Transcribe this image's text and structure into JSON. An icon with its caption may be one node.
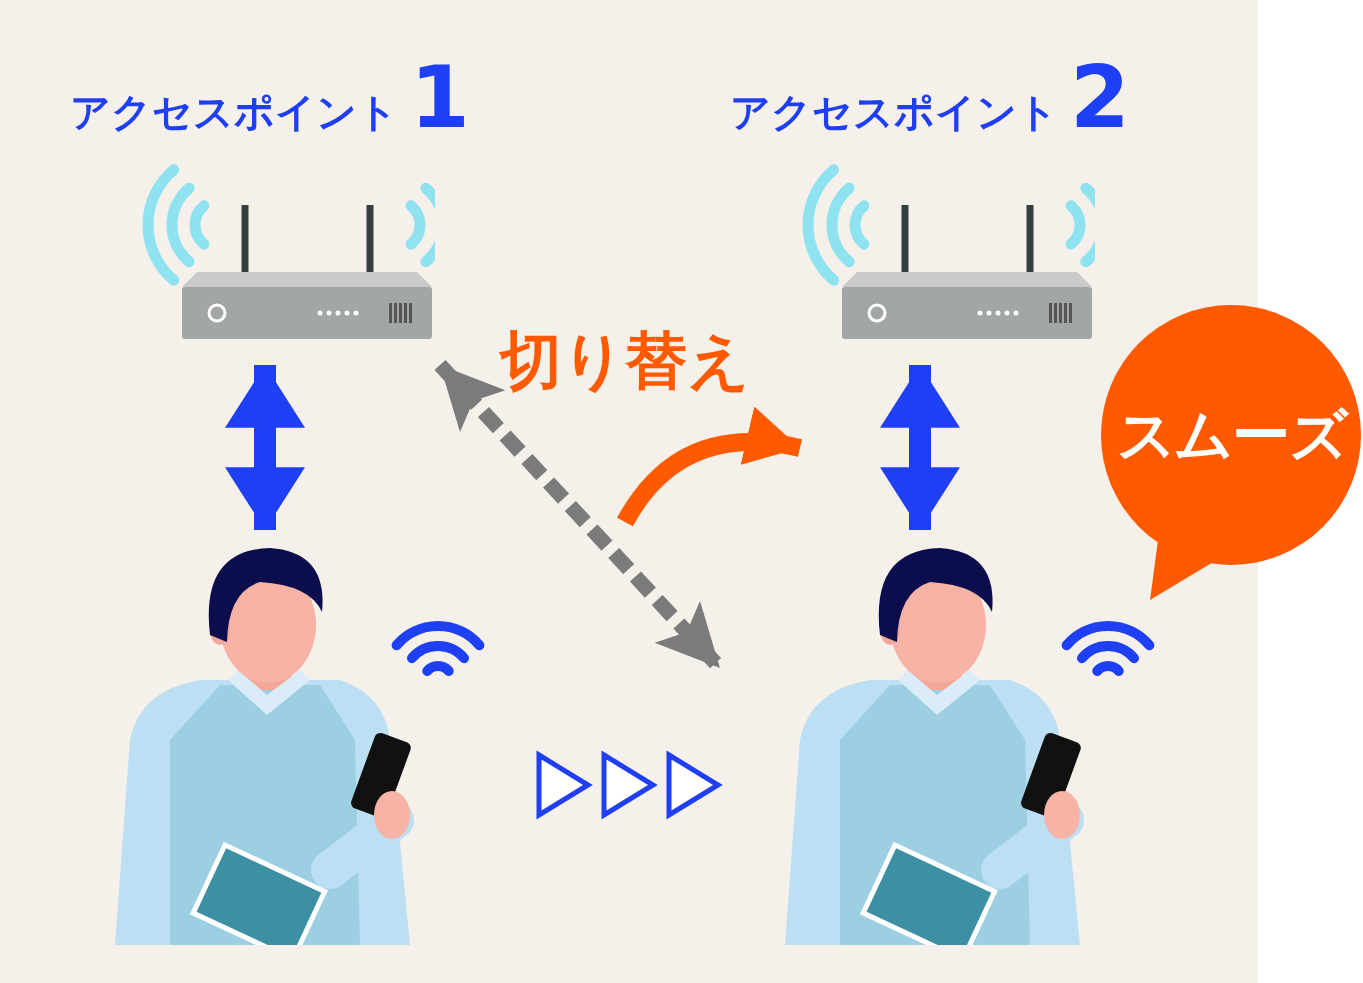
{
  "diagram": {
    "nodes": [
      {
        "text": [
          "アクセスポイント",
          "1"
        ]
      },
      {
        "text": [
          "アクセスポイント",
          "2"
        ]
      },
      {
        "text": [],
        "shape": "person"
      },
      {
        "text": [],
        "shape": "person"
      },
      {
        "text": [
          "スムーズ"
        ]
      }
    ],
    "edges": [
      {
        "from": 0,
        "to": 2,
        "arrow": "both"
      },
      {
        "from": 0,
        "to": 3,
        "arrow": "both",
        "style": "dashed",
        "color": "#7b7b7b"
      },
      {
        "from": 1,
        "to": 3,
        "arrow": "both"
      },
      {
        "from": 2,
        "to": 3,
        "arrow": "to"
      }
    ],
    "labels": [
      "切り替え"
    ]
  }
}
